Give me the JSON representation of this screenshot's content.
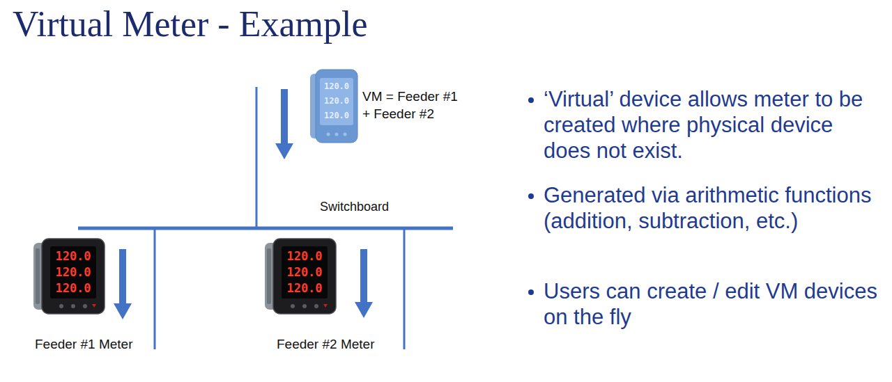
{
  "diagram": {
    "title": "Virtual Meter - Example",
    "nodes": [
      {
        "text": [
          "120.0",
          "120.0",
          "120.0",
          "VM = Feeder #1 + Feeder #2"
        ]
      },
      {
        "text": [
          "120.0",
          "120.0",
          "120.0",
          "Feeder #1 Meter"
        ]
      },
      {
        "text": [
          "120.0",
          "120.0",
          "120.0",
          "Feeder #2 Meter"
        ]
      }
    ],
    "labels": [
      "Switchboard",
      "‘Virtual’ device allows meter to be created where physical device does not exist.",
      "Generated via arithmetic functions (addition, subtraction, etc.)",
      "Users can create / edit VM devices on the fly"
    ]
  }
}
